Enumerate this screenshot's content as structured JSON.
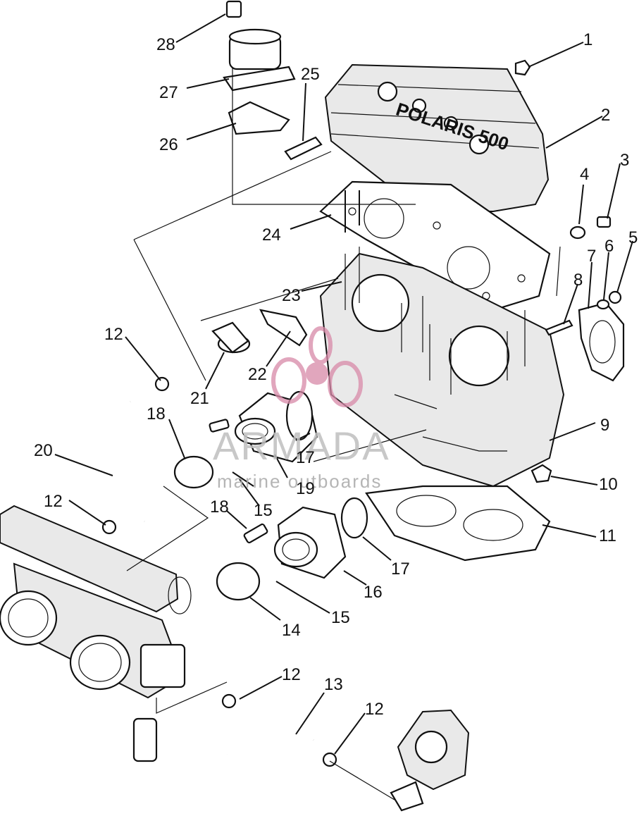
{
  "watermark": {
    "brand": "ARMADA",
    "tagline": "marine outboards",
    "color": "#d889a8"
  },
  "callouts": [
    {
      "id": "c1",
      "text": "1"
    },
    {
      "id": "c2",
      "text": "2"
    },
    {
      "id": "c3",
      "text": "3"
    },
    {
      "id": "c4",
      "text": "4"
    },
    {
      "id": "c5",
      "text": "5"
    },
    {
      "id": "c6",
      "text": "6"
    },
    {
      "id": "c7",
      "text": "7"
    },
    {
      "id": "c8",
      "text": "8"
    },
    {
      "id": "c9",
      "text": "9"
    },
    {
      "id": "c10",
      "text": "10"
    },
    {
      "id": "c11",
      "text": "11"
    },
    {
      "id": "c12a",
      "text": "12"
    },
    {
      "id": "c12b",
      "text": "12"
    },
    {
      "id": "c12c",
      "text": "12"
    },
    {
      "id": "c12d",
      "text": "12"
    },
    {
      "id": "c13",
      "text": "13"
    },
    {
      "id": "c14",
      "text": "14"
    },
    {
      "id": "c15a",
      "text": "15"
    },
    {
      "id": "c15b",
      "text": "15"
    },
    {
      "id": "c16",
      "text": "16"
    },
    {
      "id": "c17a",
      "text": "17"
    },
    {
      "id": "c17b",
      "text": "17"
    },
    {
      "id": "c18a",
      "text": "18"
    },
    {
      "id": "c18b",
      "text": "18"
    },
    {
      "id": "c19",
      "text": "19"
    },
    {
      "id": "c20",
      "text": "20"
    },
    {
      "id": "c21",
      "text": "21"
    },
    {
      "id": "c22",
      "text": "22"
    },
    {
      "id": "c23",
      "text": "23"
    },
    {
      "id": "c24",
      "text": "24"
    },
    {
      "id": "c25",
      "text": "25"
    },
    {
      "id": "c26",
      "text": "26"
    },
    {
      "id": "c27",
      "text": "27"
    },
    {
      "id": "c28",
      "text": "28"
    }
  ],
  "cover_text": "POLARIS 500"
}
